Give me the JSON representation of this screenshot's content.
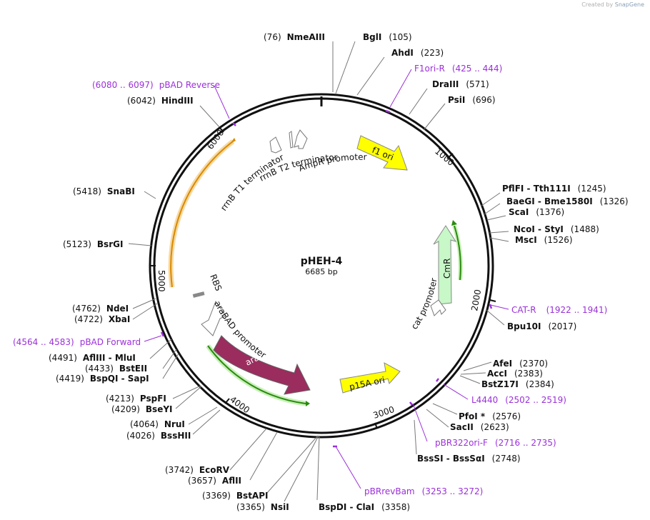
{
  "credit": {
    "prefix": "Created by",
    "brand": "SnapGene"
  },
  "plasmid": {
    "name": "pHEH-4",
    "size_label": "6685 bp",
    "length": 6685
  },
  "ticks": [
    "1000",
    "2000",
    "3000",
    "4000",
    "5000",
    "6000"
  ],
  "enzymes": [
    {
      "name": "NmeAIII",
      "pos": 76,
      "pos_label": "(76)"
    },
    {
      "name": "BglI",
      "pos": 105,
      "pos_label": "(105)"
    },
    {
      "name": "AhdI",
      "pos": 223,
      "pos_label": "(223)"
    },
    {
      "name": "DraIII",
      "pos": 571,
      "pos_label": "(571)"
    },
    {
      "name": "PsiI",
      "pos": 696,
      "pos_label": "(696)"
    },
    {
      "name": "PflFI - Tth111I",
      "pos": 1245,
      "pos_label": "(1245)"
    },
    {
      "name": "BaeGI - Bme1580I",
      "pos": 1326,
      "pos_label": "(1326)"
    },
    {
      "name": "ScaI",
      "pos": 1376,
      "pos_label": "(1376)"
    },
    {
      "name": "NcoI - StyI",
      "pos": 1488,
      "pos_label": "(1488)"
    },
    {
      "name": "MscI",
      "pos": 1526,
      "pos_label": "(1526)"
    },
    {
      "name": "Bpu10I",
      "pos": 2017,
      "pos_label": "(2017)"
    },
    {
      "name": "AfeI",
      "pos": 2370,
      "pos_label": "(2370)"
    },
    {
      "name": "AccI",
      "pos": 2383,
      "pos_label": "(2383)"
    },
    {
      "name": "BstZ17I",
      "pos": 2384,
      "pos_label": "(2384)"
    },
    {
      "name": "PfoI *",
      "pos": 2576,
      "pos_label": "(2576)"
    },
    {
      "name": "SacII",
      "pos": 2623,
      "pos_label": "(2623)"
    },
    {
      "name": "BssSI - BssSαI",
      "pos": 2748,
      "pos_label": "(2748)"
    },
    {
      "name": "BspDI - ClaI",
      "pos": 3358,
      "pos_label": "(3358)"
    },
    {
      "name": "NsiI",
      "pos": 3365,
      "pos_label": "(3365)"
    },
    {
      "name": "BstAPI",
      "pos": 3369,
      "pos_label": "(3369)"
    },
    {
      "name": "AflII",
      "pos": 3657,
      "pos_label": "(3657)"
    },
    {
      "name": "EcoRV",
      "pos": 3742,
      "pos_label": "(3742)"
    },
    {
      "name": "BssHII",
      "pos": 4026,
      "pos_label": "(4026)"
    },
    {
      "name": "NruI",
      "pos": 4064,
      "pos_label": "(4064)"
    },
    {
      "name": "BseYI",
      "pos": 4209,
      "pos_label": "(4209)"
    },
    {
      "name": "PspFI",
      "pos": 4213,
      "pos_label": "(4213)"
    },
    {
      "name": "BspQI - SapI",
      "pos": 4419,
      "pos_label": "(4419)"
    },
    {
      "name": "BstEII",
      "pos": 4433,
      "pos_label": "(4433)"
    },
    {
      "name": "AflIII - MluI",
      "pos": 4491,
      "pos_label": "(4491)"
    },
    {
      "name": "XbaI",
      "pos": 4722,
      "pos_label": "(4722)"
    },
    {
      "name": "NdeI",
      "pos": 4762,
      "pos_label": "(4762)"
    },
    {
      "name": "BsrGI",
      "pos": 5123,
      "pos_label": "(5123)"
    },
    {
      "name": "SnaBI",
      "pos": 5418,
      "pos_label": "(5418)"
    },
    {
      "name": "HindIII",
      "pos": 6042,
      "pos_label": "(6042)"
    }
  ],
  "primers": [
    {
      "name": "F1ori-R",
      "range": "(425 .. 444)",
      "pos": 434
    },
    {
      "name": "CAT-R",
      "range": "(1922 .. 1941)",
      "pos": 1931
    },
    {
      "name": "L4440",
      "range": "(2502 .. 2519)",
      "pos": 2510
    },
    {
      "name": "pBR322ori-F",
      "range": "(2716 .. 2735)",
      "pos": 2725
    },
    {
      "name": "pBRrevBam",
      "range": "(3253 .. 3272)",
      "pos": 3262
    },
    {
      "name": "pBAD Forward",
      "range": "(4564 .. 4583)",
      "pos": 4573
    },
    {
      "name": "pBAD Reverse",
      "range": "(6080 .. 6097)",
      "pos": 6088
    }
  ],
  "features": [
    {
      "name": "f1 ori"
    },
    {
      "name": "CmR"
    },
    {
      "name": "p15A ori"
    },
    {
      "name": "araC"
    },
    {
      "name": "AmpR promoter"
    },
    {
      "name": "rrnB T2 terminator"
    },
    {
      "name": "rrnB T1 terminator"
    },
    {
      "name": "cat promoter"
    },
    {
      "name": "araBAD promoter"
    },
    {
      "name": "RBS"
    }
  ],
  "colors": {
    "ori": "#ffff00",
    "cmr": "#c8f7c8",
    "arac": "#9b2c5e",
    "primer": "#9b30d9",
    "orf_green": "#2a8a0f",
    "orf_orange": "#d98a00",
    "promoter_outline": "#777777"
  }
}
